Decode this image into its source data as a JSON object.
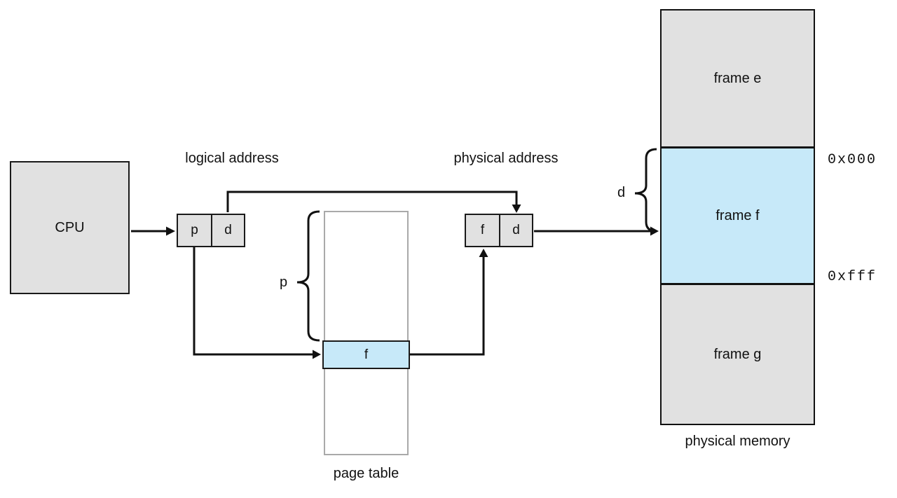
{
  "cpu": {
    "label": "CPU"
  },
  "logical_address": {
    "caption": "logical address",
    "page_field": "p",
    "offset_field": "d"
  },
  "physical_address": {
    "caption": "physical address",
    "frame_field": "f",
    "offset_field": "d"
  },
  "page_table": {
    "caption": "page table",
    "highlighted_entry": "f",
    "bracket_label": "p",
    "entry_line_count": 5
  },
  "physical_memory": {
    "caption": "physical memory",
    "frames": [
      "frame e",
      "frame f",
      "frame g"
    ],
    "highlighted_frame": "frame f",
    "frame_start_address": "0x000",
    "frame_end_address": "0xfff",
    "bracket_label": "d"
  },
  "colors": {
    "box_fill": "#e1e1e1",
    "highlight_fill": "#c7e9f9",
    "line": "#111111",
    "page_table_border": "#a9a9a9"
  }
}
